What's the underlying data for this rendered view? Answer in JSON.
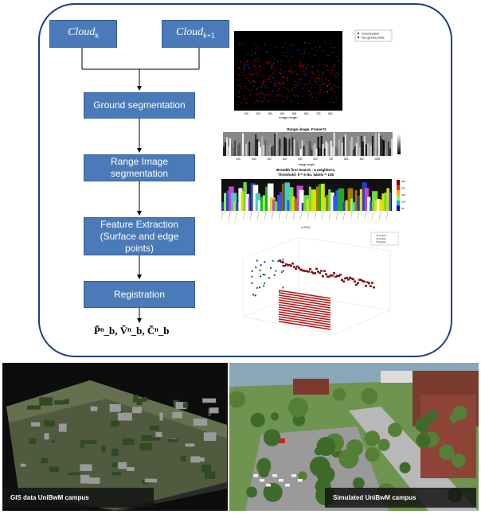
{
  "flow": {
    "cloud_k": "Cloud",
    "cloud_k_sub": "k",
    "cloud_k1": "Cloud",
    "cloud_k1_sub": "k+1",
    "ground": "Ground segmentation",
    "range_1": "Range Image",
    "range_2": "segmentation",
    "feature_1": "Feature Extraction",
    "feature_2": "(Surface and edge points)",
    "registration": "Registration",
    "output": "P̃ⁿ_b, Ṽⁿ_b, C̃ⁿ_b"
  },
  "plot1": {
    "legend": [
      "Ground points",
      "Non ground points"
    ],
    "xlabel": "image length",
    "xticks": [
      "100",
      "200",
      "300",
      "400",
      "500",
      "600",
      "700",
      "800"
    ],
    "colors": {
      "ground": "#cc1111",
      "nonground": "#3333aa"
    }
  },
  "plot2": {
    "title": "Range image, Frame=2",
    "xticks": [
      "100",
      "200",
      "300",
      "400",
      "500",
      "600",
      "700",
      "800",
      "900",
      "1000"
    ],
    "xlabel": "image length"
  },
  "plot3": {
    "title": "Breadth first Search - 4 neighbors,",
    "subtitle": "Threshold: θ = 5 No. labels = 108",
    "cbticks": [
      "250",
      "200",
      "150",
      "100",
      "50"
    ],
    "xlabel": "x-FOV"
  },
  "plot4": {
    "legend": [
      "Y1 points",
      "Y2 points",
      "Y3 points"
    ]
  },
  "photos": {
    "left_caption": "GIS data UniBwM campus",
    "right_caption": "Simulated UniBwM campus"
  }
}
